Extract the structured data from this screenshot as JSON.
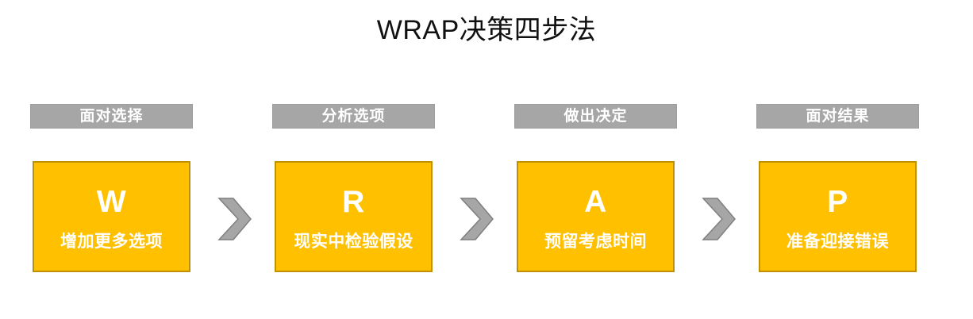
{
  "title": "WRAP决策四步法",
  "colors": {
    "box_fill": "#FFC000",
    "box_border": "#BF9000",
    "label_bar": "#A6A6A6",
    "chevron": "#A6A6A6",
    "chevron_border": "#808080",
    "text_on_fill": "#FFFFFF",
    "title_text": "#111111",
    "background": "#FFFFFF"
  },
  "steps": [
    {
      "label": "面对选择",
      "letter": "W",
      "description": "增加更多选项"
    },
    {
      "label": "分析选项",
      "letter": "R",
      "description": "现实中检验假设"
    },
    {
      "label": "做出决定",
      "letter": "A",
      "description": "预留考虑时间"
    },
    {
      "label": "面对结果",
      "letter": "P",
      "description": "准备迎接错误"
    }
  ],
  "connectors": [
    {
      "icon": "chevron-right-icon"
    },
    {
      "icon": "chevron-right-icon"
    },
    {
      "icon": "chevron-right-icon"
    }
  ]
}
